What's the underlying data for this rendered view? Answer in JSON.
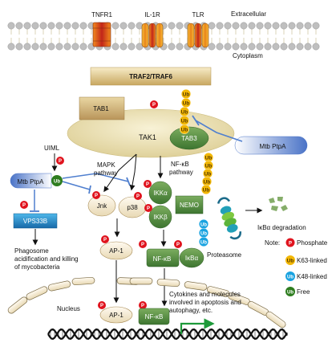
{
  "compartments": {
    "extracellular": "Extracellular",
    "cytoplasm": "Cytoplasm",
    "nucleus": "Nucleus"
  },
  "receptors": [
    "TNFR1",
    "IL-1R",
    "TLR"
  ],
  "nodes": {
    "traf": "TRAF2/TRAF6",
    "tab1": "TAB1",
    "tak1": "TAK1",
    "tab3": "TAB3",
    "uiml": "UIML",
    "mtb_ptpa_left": "Mtb PtpA",
    "mtb_ptpa_right": "Mtb PtpA",
    "vps33b": "VPS33B",
    "jnk": "Jnk",
    "p38": "p38",
    "ikka": "IKKα",
    "ikkb": "IKKβ",
    "nemo": "NEMO",
    "ikba": "IκBα",
    "nfkb": "NF-κB",
    "nfkb_nucleus": "NF-κB",
    "ap1": "AP-1",
    "ap1_nucleus": "AP-1",
    "proteasome": "Proteasome",
    "degradation": "IκBα degradation"
  },
  "pathways": {
    "mapk": [
      "MAPK",
      "pathway"
    ],
    "nfkb": [
      "NF-κB",
      "pathway"
    ]
  },
  "texts": {
    "phagosome": [
      "Phagosome",
      "acidification and killing",
      "of mycobacteria"
    ],
    "cytokines": [
      "Cytokines and molecules",
      "involved in apoptosis and",
      "autophagy, etc."
    ]
  },
  "glyphs": {
    "p": "P",
    "ub": "Ub"
  },
  "legend": {
    "title": "Note:",
    "items": [
      {
        "glyph": "P",
        "label": "Phosphate",
        "color": "#e0141e"
      },
      {
        "glyph": "Ub",
        "label": "K63-linked",
        "color": "#f2b705"
      },
      {
        "glyph": "Ub",
        "label": "K48-linked",
        "color": "#1aa3e0"
      },
      {
        "glyph": "Ub",
        "label": "Free",
        "color": "#2e7d1f"
      }
    ]
  },
  "colors": {
    "phosphate": "#e0141e",
    "k63": "#f2b705",
    "k48": "#1aa3e0",
    "free": "#2e7d1f",
    "green_node": "#4f8a3f",
    "tak1": "#ece3b4",
    "membrane": "#c9b88a",
    "inhibition": "#4f7fcf",
    "transcription": "#1e9a3a"
  }
}
